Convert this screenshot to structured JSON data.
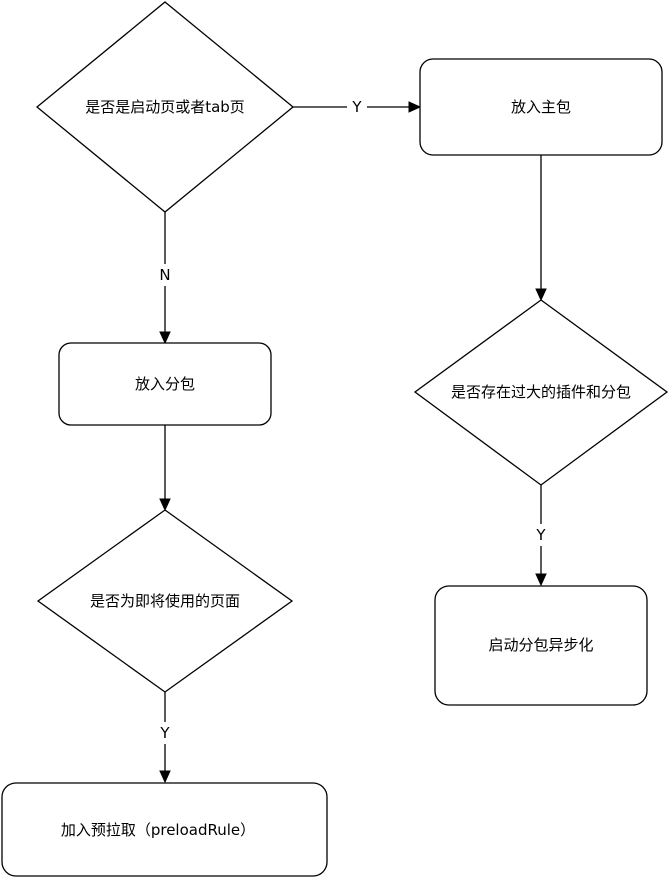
{
  "flowchart": {
    "nodes": {
      "is_launch_or_tab": {
        "type": "decision",
        "text": "是否是启动页或者tab页"
      },
      "put_main_package": {
        "type": "process",
        "text": "放入主包"
      },
      "put_subpackage": {
        "type": "process",
        "text": "放入分包"
      },
      "has_large_plugins": {
        "type": "decision",
        "text": "是否存在过大的插件和分包"
      },
      "is_upcoming_page": {
        "type": "decision",
        "text": "是否为即将使用的页面"
      },
      "async_subpackage": {
        "type": "process",
        "text": "启动分包异步化"
      },
      "add_preload": {
        "type": "process",
        "text": "加入预拉取（preloadRule）"
      }
    },
    "edges": [
      {
        "from": "is_launch_or_tab",
        "to": "put_main_package",
        "label": "Y"
      },
      {
        "from": "is_launch_or_tab",
        "to": "put_subpackage",
        "label": "N"
      },
      {
        "from": "put_main_package",
        "to": "has_large_plugins",
        "label": ""
      },
      {
        "from": "put_subpackage",
        "to": "is_upcoming_page",
        "label": ""
      },
      {
        "from": "has_large_plugins",
        "to": "async_subpackage",
        "label": "Y"
      },
      {
        "from": "is_upcoming_page",
        "to": "add_preload",
        "label": "Y"
      }
    ]
  }
}
